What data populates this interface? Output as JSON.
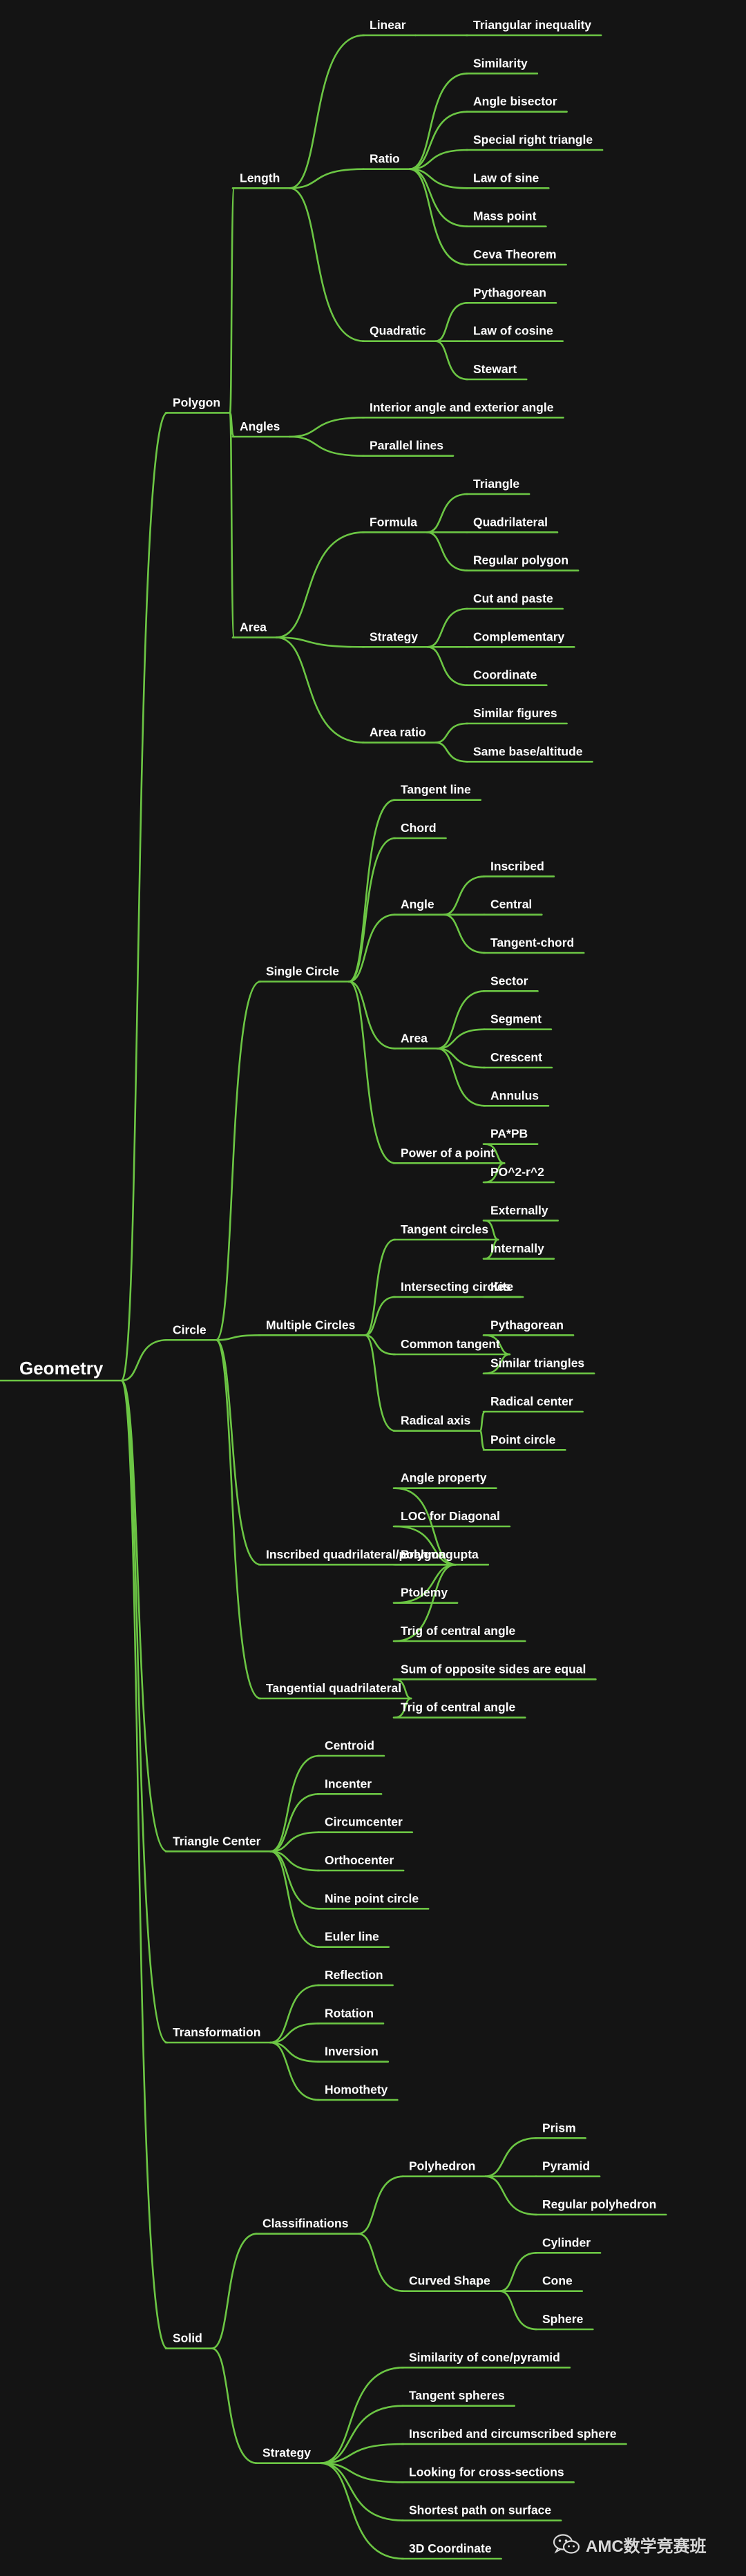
{
  "colors": {
    "background": "#141414",
    "branch": "#6cc644",
    "text": "#ffffff"
  },
  "mindmap": {
    "label": "Geometry",
    "children": [
      {
        "label": "Polygon",
        "children": [
          {
            "label": "Length",
            "children": [
              {
                "label": "Linear",
                "children": [
                  {
                    "label": "Triangular inequality"
                  }
                ]
              },
              {
                "label": "Ratio",
                "children": [
                  {
                    "label": "Similarity"
                  },
                  {
                    "label": "Angle bisector"
                  },
                  {
                    "label": "Special right triangle"
                  },
                  {
                    "label": "Law of sine"
                  },
                  {
                    "label": "Mass point"
                  },
                  {
                    "label": "Ceva Theorem"
                  }
                ]
              },
              {
                "label": "Quadratic",
                "children": [
                  {
                    "label": "Pythagorean"
                  },
                  {
                    "label": "Law of cosine"
                  },
                  {
                    "label": "Stewart"
                  }
                ]
              }
            ]
          },
          {
            "label": "Angles",
            "children": [
              {
                "label": "Interior angle and exterior angle"
              },
              {
                "label": "Parallel lines"
              }
            ]
          },
          {
            "label": "Area",
            "children": [
              {
                "label": "Formula",
                "children": [
                  {
                    "label": "Triangle"
                  },
                  {
                    "label": "Quadrilateral"
                  },
                  {
                    "label": "Regular polygon"
                  }
                ]
              },
              {
                "label": "Strategy",
                "children": [
                  {
                    "label": "Cut and paste"
                  },
                  {
                    "label": "Complementary"
                  },
                  {
                    "label": "Coordinate"
                  }
                ]
              },
              {
                "label": "Area ratio",
                "children": [
                  {
                    "label": "Similar figures"
                  },
                  {
                    "label": "Same base/altitude"
                  }
                ]
              }
            ]
          }
        ]
      },
      {
        "label": "Circle",
        "children": [
          {
            "label": "Single Circle",
            "children": [
              {
                "label": "Tangent line"
              },
              {
                "label": "Chord"
              },
              {
                "label": "Angle",
                "children": [
                  {
                    "label": "Inscribed"
                  },
                  {
                    "label": "Central"
                  },
                  {
                    "label": "Tangent-chord"
                  }
                ]
              },
              {
                "label": "Area",
                "children": [
                  {
                    "label": "Sector"
                  },
                  {
                    "label": "Segment"
                  },
                  {
                    "label": "Crescent"
                  },
                  {
                    "label": "Annulus"
                  }
                ]
              },
              {
                "label": "Power of a point",
                "children": [
                  {
                    "label": "PA*PB"
                  },
                  {
                    "label": "PO^2-r^2"
                  }
                ]
              }
            ]
          },
          {
            "label": "Multiple Circles",
            "children": [
              {
                "label": "Tangent circles",
                "children": [
                  {
                    "label": "Externally"
                  },
                  {
                    "label": "Internally"
                  }
                ]
              },
              {
                "label": "Intersecting circles",
                "children": [
                  {
                    "label": "Kite"
                  }
                ]
              },
              {
                "label": "Common tangent",
                "children": [
                  {
                    "label": "Pythagorean"
                  },
                  {
                    "label": "Similar triangles"
                  }
                ]
              },
              {
                "label": "Radical axis",
                "children": [
                  {
                    "label": "Radical center"
                  },
                  {
                    "label": "Point circle"
                  }
                ]
              }
            ]
          },
          {
            "label": "Inscribed quadrilateral/polygon",
            "children": [
              {
                "label": "Angle property"
              },
              {
                "label": "LOC for Diagonal"
              },
              {
                "label": "Brahmagupta"
              },
              {
                "label": "Ptolemy"
              },
              {
                "label": "Trig of central angle"
              }
            ]
          },
          {
            "label": "Tangential quadrilateral",
            "children": [
              {
                "label": "Sum of opposite sides are equal"
              },
              {
                "label": "Trig of central angle"
              }
            ]
          }
        ]
      },
      {
        "label": "Triangle Center",
        "children": [
          {
            "label": "Centroid"
          },
          {
            "label": "Incenter"
          },
          {
            "label": "Circumcenter"
          },
          {
            "label": "Orthocenter"
          },
          {
            "label": "Nine point circle"
          },
          {
            "label": "Euler line"
          }
        ]
      },
      {
        "label": "Transformation",
        "children": [
          {
            "label": "Reflection"
          },
          {
            "label": "Rotation"
          },
          {
            "label": "Inversion"
          },
          {
            "label": "Homothety"
          }
        ]
      },
      {
        "label": "Solid",
        "children": [
          {
            "label": "Classifinations",
            "children": [
              {
                "label": "Polyhedron",
                "children": [
                  {
                    "label": "Prism"
                  },
                  {
                    "label": "Pyramid"
                  },
                  {
                    "label": "Regular polyhedron"
                  }
                ]
              },
              {
                "label": "Curved Shape",
                "children": [
                  {
                    "label": "Cylinder"
                  },
                  {
                    "label": "Cone"
                  },
                  {
                    "label": "Sphere"
                  }
                ]
              }
            ]
          },
          {
            "label": "Strategy",
            "children": [
              {
                "label": "Similarity of cone/pyramid"
              },
              {
                "label": "Tangent spheres"
              },
              {
                "label": "Inscribed and circumscribed sphere"
              },
              {
                "label": "Looking for cross-sections"
              },
              {
                "label": "Shortest path on surface"
              },
              {
                "label": "3D Coordinate"
              }
            ]
          }
        ]
      }
    ]
  },
  "watermark": {
    "text": "AMC数学竞赛班",
    "icon": "wechat-icon"
  }
}
